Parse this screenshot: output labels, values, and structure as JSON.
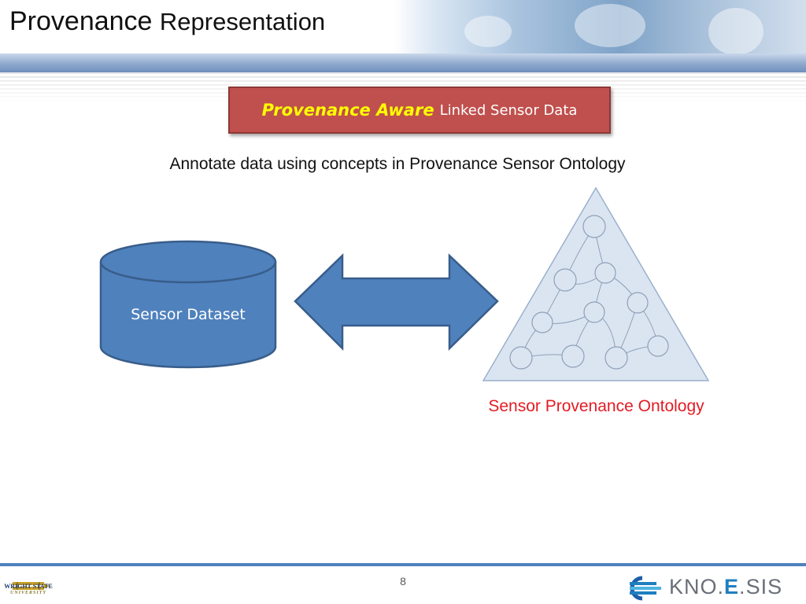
{
  "slide": {
    "title_main": "Provenance",
    "title_rest": "Representation",
    "banner_emphasis": "Provenance Aware",
    "banner_rest": "Linked Sensor Data",
    "subtitle": "Annotate data using concepts in Provenance Sensor Ontology",
    "database_label": "Sensor Dataset",
    "ontology_label": "Sensor Provenance Ontology",
    "page_number": "8"
  },
  "footer": {
    "university_logo_text": "WRIGHT STATE",
    "university_logo_subtext": "UNIVERSITY",
    "brand_prefix": "KNO",
    "brand_dot1": ".",
    "brand_e": "E",
    "brand_dot2": ".",
    "brand_suffix": "SIS"
  },
  "colors": {
    "banner_fill": "#c0504d",
    "banner_emphasis": "#ffff00",
    "shape_fill": "#4f81bd",
    "shape_stroke": "#385d8a",
    "ontology_label": "#e31b23",
    "footer_line": "#4f81bd"
  },
  "icons": {
    "database": "cylinder-icon",
    "arrow": "double-arrow-icon",
    "ontology": "triangle-graph-icon"
  }
}
